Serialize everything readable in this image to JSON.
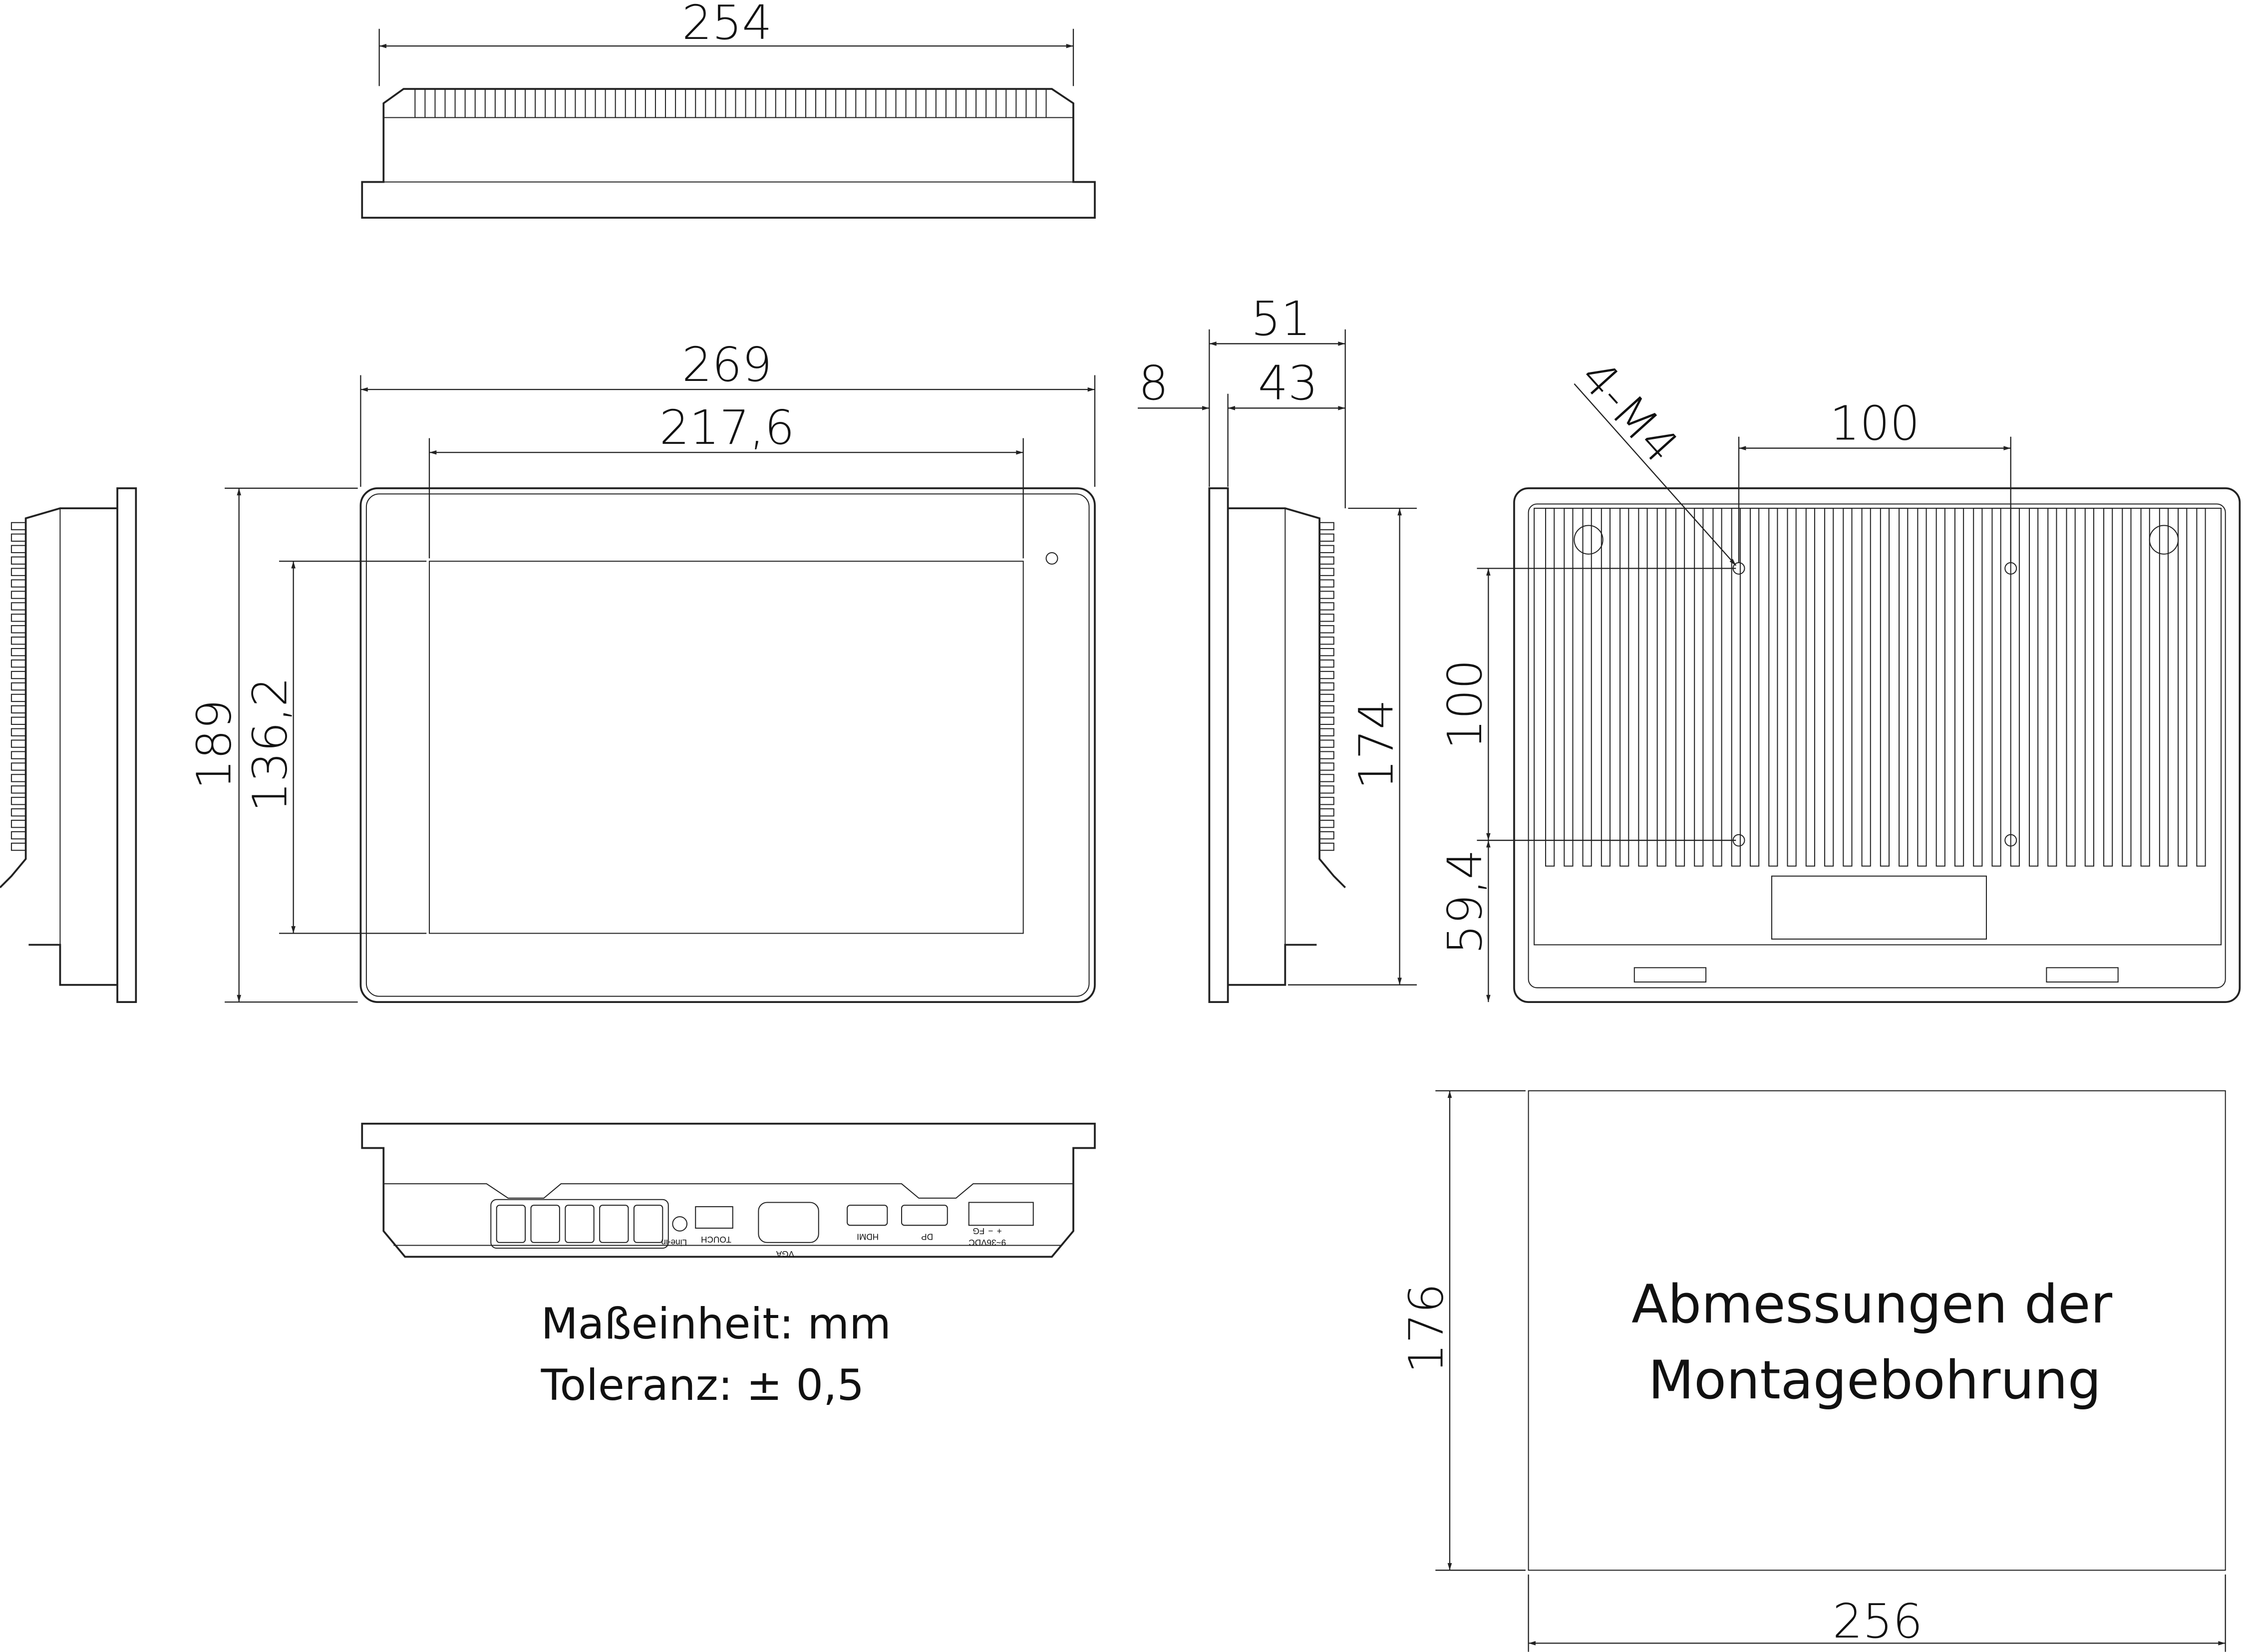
{
  "dimensions": {
    "top_width": "254",
    "front_outer_width": "269",
    "front_screen_width": "217,6",
    "front_outer_height": "189",
    "front_screen_height": "136,2",
    "side_total_depth": "51",
    "side_bezel_depth": "8",
    "side_body_depth": "43",
    "side_body_height": "174",
    "rear_thread": "4-M4",
    "rear_hole_spacing_h": "100",
    "rear_hole_spacing_v": "100",
    "rear_hole_offset": "59,4",
    "cutout_height": "176",
    "cutout_width": "256"
  },
  "cutout": {
    "label_line1": "Abmessungen der",
    "label_line2": "Montagebohrung"
  },
  "notes": {
    "unit": "Maßeinheit: mm",
    "tolerance": "Toleranz: ± 0,5"
  },
  "io_ports": {
    "line_in": "Line-in",
    "touch": "TOUCH",
    "vga": "VGA",
    "hdmi": "HDMI",
    "dp": "DP",
    "power": "9~36VDC",
    "plus": "+",
    "minus": "−",
    "fg": "FG"
  }
}
